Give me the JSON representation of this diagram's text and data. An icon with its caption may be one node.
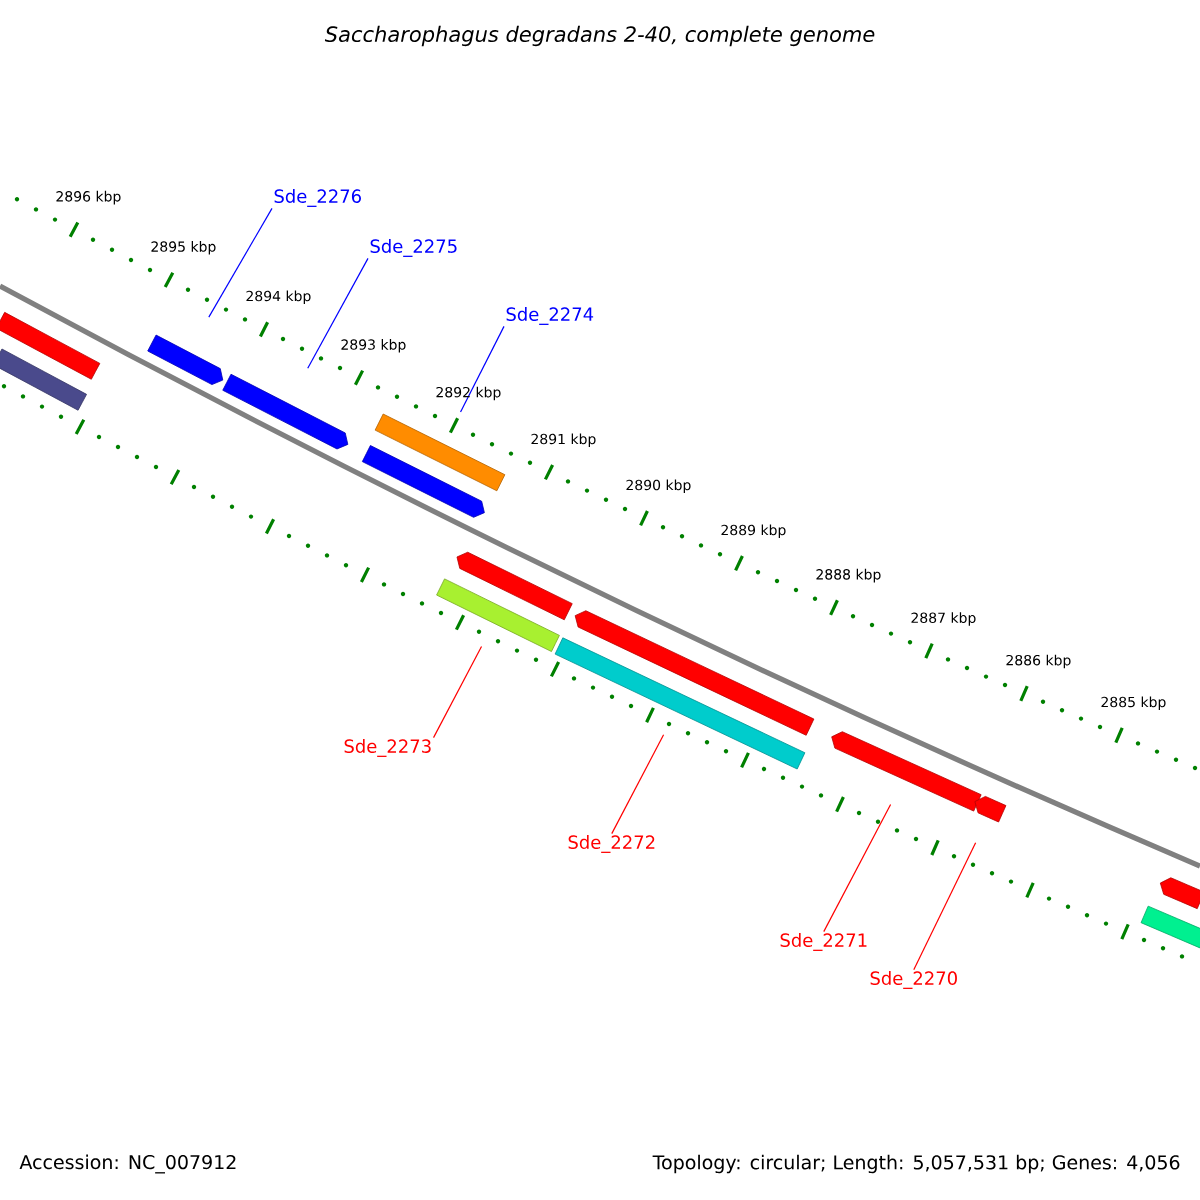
{
  "diagram": {
    "title": "Saccharophagus degradans 2-40, complete genome",
    "nodes": [
      {
        "text": [],
        "shape": "bar"
      },
      {
        "text": [],
        "shape": "bar"
      },
      {
        "text": [],
        "shape": "bar"
      },
      {
        "text": [],
        "shape": "bar"
      },
      {
        "text": [],
        "shape": "bar"
      },
      {
        "text": [],
        "shape": "bar"
      },
      {
        "text": [],
        "shape": "bar"
      },
      {
        "text": [],
        "shape": "bar"
      },
      {
        "text": [],
        "shape": "bar"
      },
      {
        "text": [],
        "shape": "bar"
      },
      {
        "text": [],
        "shape": "bar"
      },
      {
        "text": [],
        "shape": "bar"
      },
      {
        "text": [],
        "shape": "bar"
      },
      {
        "text": [],
        "shape": "bar"
      },
      {
        "text": [
          "Sde_2276"
        ]
      },
      {
        "text": [
          "Sde_2275"
        ]
      },
      {
        "text": [
          "Sde_2274"
        ]
      },
      {
        "text": [
          "Sde_2273"
        ]
      },
      {
        "text": [
          "Sde_2272"
        ]
      },
      {
        "text": [
          "Sde_2271"
        ]
      },
      {
        "text": [
          "Sde_2270"
        ]
      }
    ],
    "edges": [
      {
        "from": 14,
        "to": 2,
        "arrow": "none",
        "color": "#0000ff"
      },
      {
        "from": 15,
        "to": 3,
        "arrow": "none",
        "color": "#0000ff"
      },
      {
        "from": 16,
        "to": 4,
        "arrow": "none",
        "color": "#0000ff"
      },
      {
        "from": 17,
        "to": 7,
        "arrow": "none"
      },
      {
        "from": 18,
        "to": 9,
        "arrow": "none"
      },
      {
        "from": 19,
        "to": 10,
        "arrow": "none"
      },
      {
        "from": 20,
        "to": 11,
        "arrow": "none"
      }
    ],
    "labels": [
      "2896 kbp",
      "2895 kbp",
      "2894 kbp",
      "2893 kbp",
      "2892 kbp",
      "2891 kbp",
      "2890 kbp",
      "2889 kbp",
      "2888 kbp",
      "2887 kbp",
      "2886 kbp",
      "2885 kbp",
      "Accession: NC_007912",
      "Topology: circular; Length: 5,057,531 bp; Genes: 4,056"
    ]
  }
}
